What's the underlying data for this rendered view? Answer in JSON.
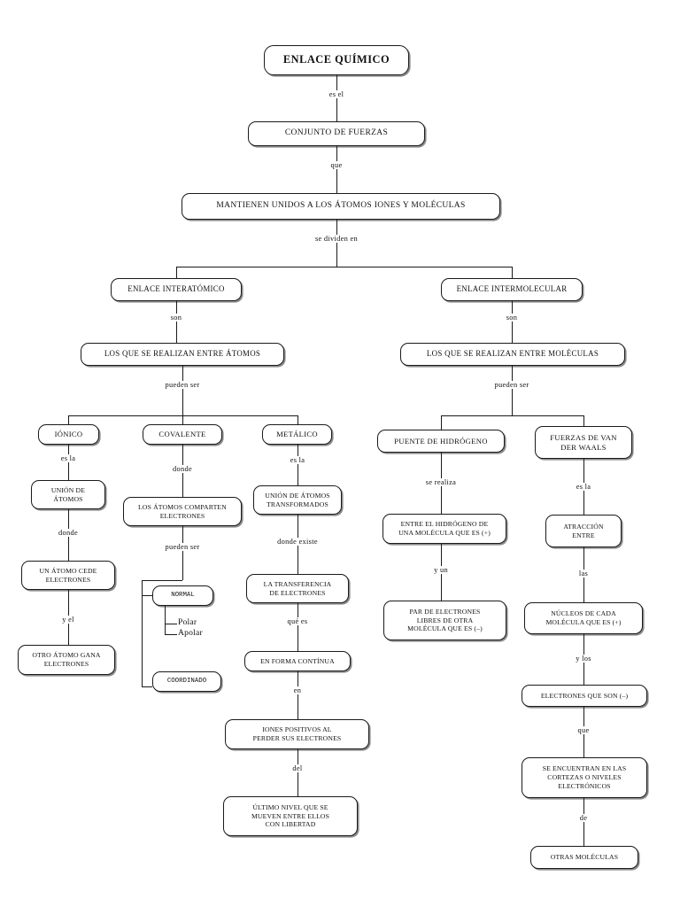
{
  "diagram": {
    "title": "ENLACE QUÍMICO",
    "language": "es"
  },
  "nodes": {
    "root": "ENLACE QUÍMICO",
    "conjunto": "CONJUNTO DE FUERZAS",
    "mantienen": "MANTIENEN UNIDOS A LOS ÁTOMOS IONES Y MOLÉCULAS",
    "interatomico": "ENLACE INTERATÓMICO",
    "entre_atomos": "LOS QUE SE REALIZAN ENTRE ÁTOMOS",
    "ionico": "IÓNICO",
    "covalente": "COVALENTE",
    "metalico": "METÁLICO",
    "union_atomos": "UNIÓN DE\nÁTOMOS",
    "atomo_cede": "UN ÁTOMO CEDE\nELECTRONES",
    "otro_atomo_gana": "OTRO ÁTOMO GANA\nELECTRONES",
    "comparten": "LOS ÁTOMOS COMPARTEN\nELECTRONES",
    "normal": "NORMAL",
    "polar": "Polar",
    "apolar": "Apolar",
    "coordinado": "COORDINADO",
    "union_transf": "UNIÓN DE ÁTOMOS\nTRANSFORMADOS",
    "transferencia": "LA TRANSFERENCIA\nDE ELECTRONES",
    "forma_continua": "EN FORMA CONTÍNUA",
    "iones_positivos": "IONES POSITIVOS AL\nPERDER SUS ELECTRONES",
    "ultimo_nivel": "ÚLTIMO NIVEL QUE SE\nMUEVEN ENTRE ELLOS\nCON LIBERTAD",
    "intermolecular": "ENLACE INTERMOLECULAR",
    "entre_moleculas": "LOS QUE SE REALIZAN ENTRE MOLÉCULAS",
    "puente": "PUENTE DE HIDRÓGENO",
    "van_der_waals": "FUERZAS DE VAN\nDER WAALS",
    "entre_hidrogeno": "ENTRE EL HIDRÓGENO DE\nUNA MOLÉCULA QUE ES (+)",
    "par_electrones": "PAR DE ELECTRONES\nLIBRES DE OTRA\nMOLÉCULA QUE ES (–)",
    "atraccion": "ATRACCIÓN\nENTRE",
    "nucleos": "NÚCLEOS DE CADA\nMOLÉCULA QUE ES (+)",
    "electrones_neg": "ELECTRONES QUE SON (–)",
    "cortezas": "SE ENCUENTRAN EN LAS\nCORTEZAS O NIVELES\nELECTRÓNICOS",
    "otras_moleculas": "OTRAS MOLÉCULAS"
  },
  "link_labels": {
    "es_el": "es el",
    "que": "que",
    "se_dividen_en": "se dividen en",
    "son_izq": "son",
    "son_der": "son",
    "pueden_ser_izq": "pueden ser",
    "pueden_ser_der": "pueden ser",
    "es_la_ionico": "es la",
    "donde_ionico": "donde",
    "y_el": "y el",
    "donde_covalente": "donde",
    "pueden_ser_cov": "pueden ser",
    "es_la_metalico": "es la",
    "donde_existe": "donde existe",
    "que_es": "qué es",
    "en": "en",
    "del": "del",
    "se_realiza": "se realiza",
    "y_un": "y un",
    "es_la_vdw": "es la",
    "las": "las",
    "y_los": "y los",
    "que_vdw": "que",
    "de": "de"
  },
  "colors": {
    "stroke": "#1a1a1a",
    "text": "#111111",
    "background": "#ffffff",
    "shadow": "#8c8c8c"
  }
}
